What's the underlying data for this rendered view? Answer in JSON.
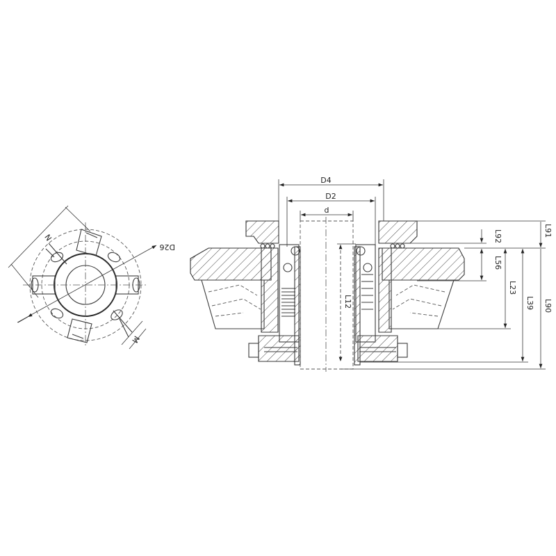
{
  "front_view": {
    "labels": {
      "n": "N",
      "m": "M",
      "d26": "D26"
    }
  },
  "section_view": {
    "labels": {
      "d4": "D4",
      "d2": "D2",
      "d": "d",
      "l92": "L92",
      "l91": "L91",
      "l56": "L56",
      "l12": "L12",
      "l23": "L23",
      "l39": "L39",
      "l90": "L90"
    }
  },
  "colors": {
    "line": "#333333",
    "background": "#ffffff"
  }
}
